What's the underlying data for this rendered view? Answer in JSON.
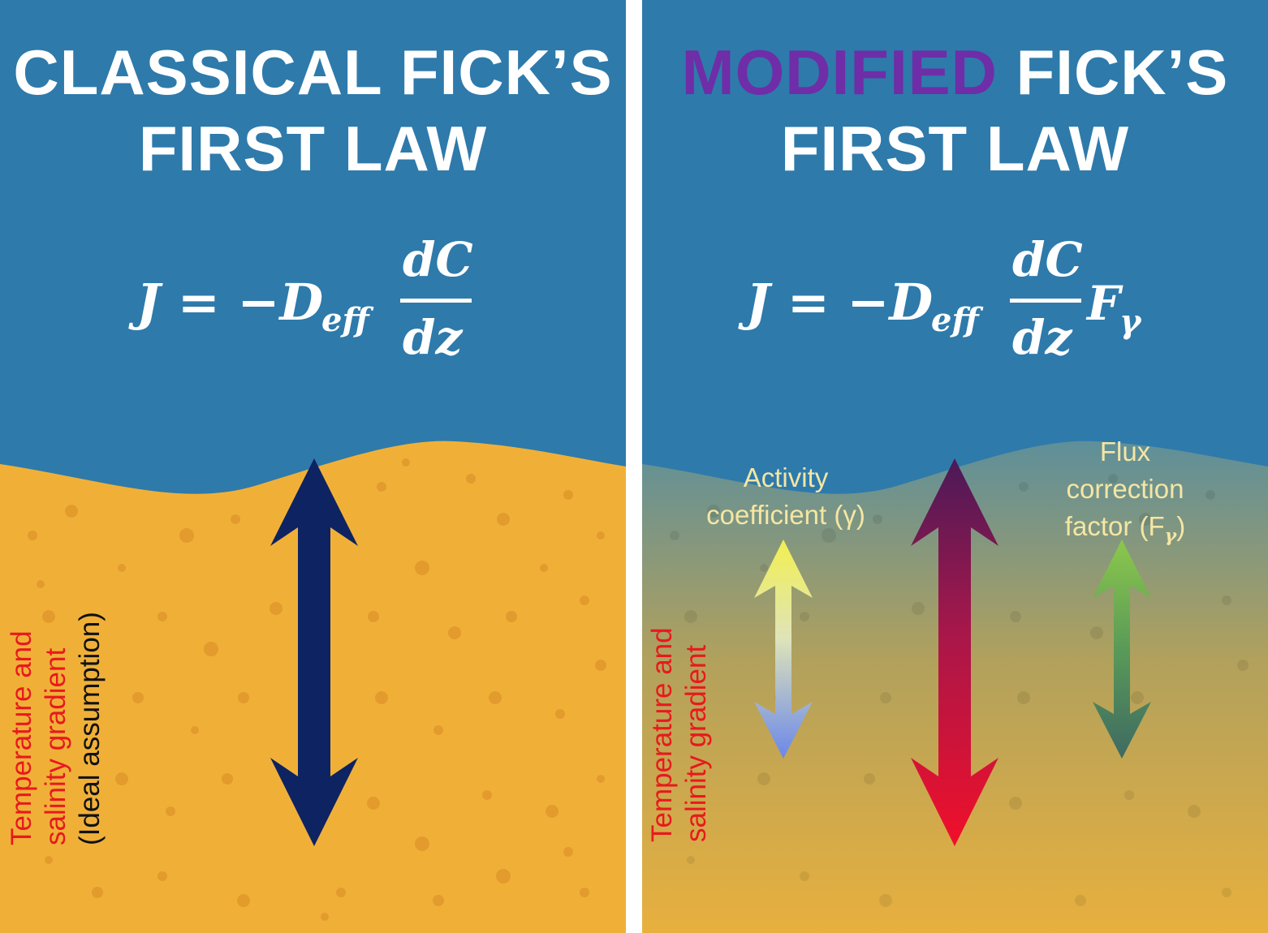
{
  "left": {
    "title_line1": "CLASSICAL FICK’S",
    "title_line2": "FIRST LAW",
    "equation": "J = −D_eff dC/dz",
    "side_label_line1": "Temperature and",
    "side_label_line2": "salinity gradient",
    "side_label_line3": "(Ideal assumption)"
  },
  "right": {
    "title_highlight": "MODIFIED",
    "title_rest": " FICK’S",
    "title_line2": "FIRST LAW",
    "equation": "J = −D_eff dC/dz F_γ",
    "side_label_line1": "Temperature and",
    "side_label_line2": "salinity gradient",
    "activity_line1": "Activity",
    "activity_line2": "coefficient (γ)",
    "flux_line1": "Flux",
    "flux_line2": "correction",
    "flux_line3": "factor (F",
    "flux_sub": "γ",
    "flux_close": ")"
  },
  "colors": {
    "water": "#2e7aab",
    "sediment": "#f0b038",
    "highlight": "#6f2da8",
    "label_red": "#e8191e",
    "annotation": "#f5e6a3",
    "classic_arrow": "#0d2362"
  },
  "icons": [
    "double-headed-arrow-icon"
  ]
}
